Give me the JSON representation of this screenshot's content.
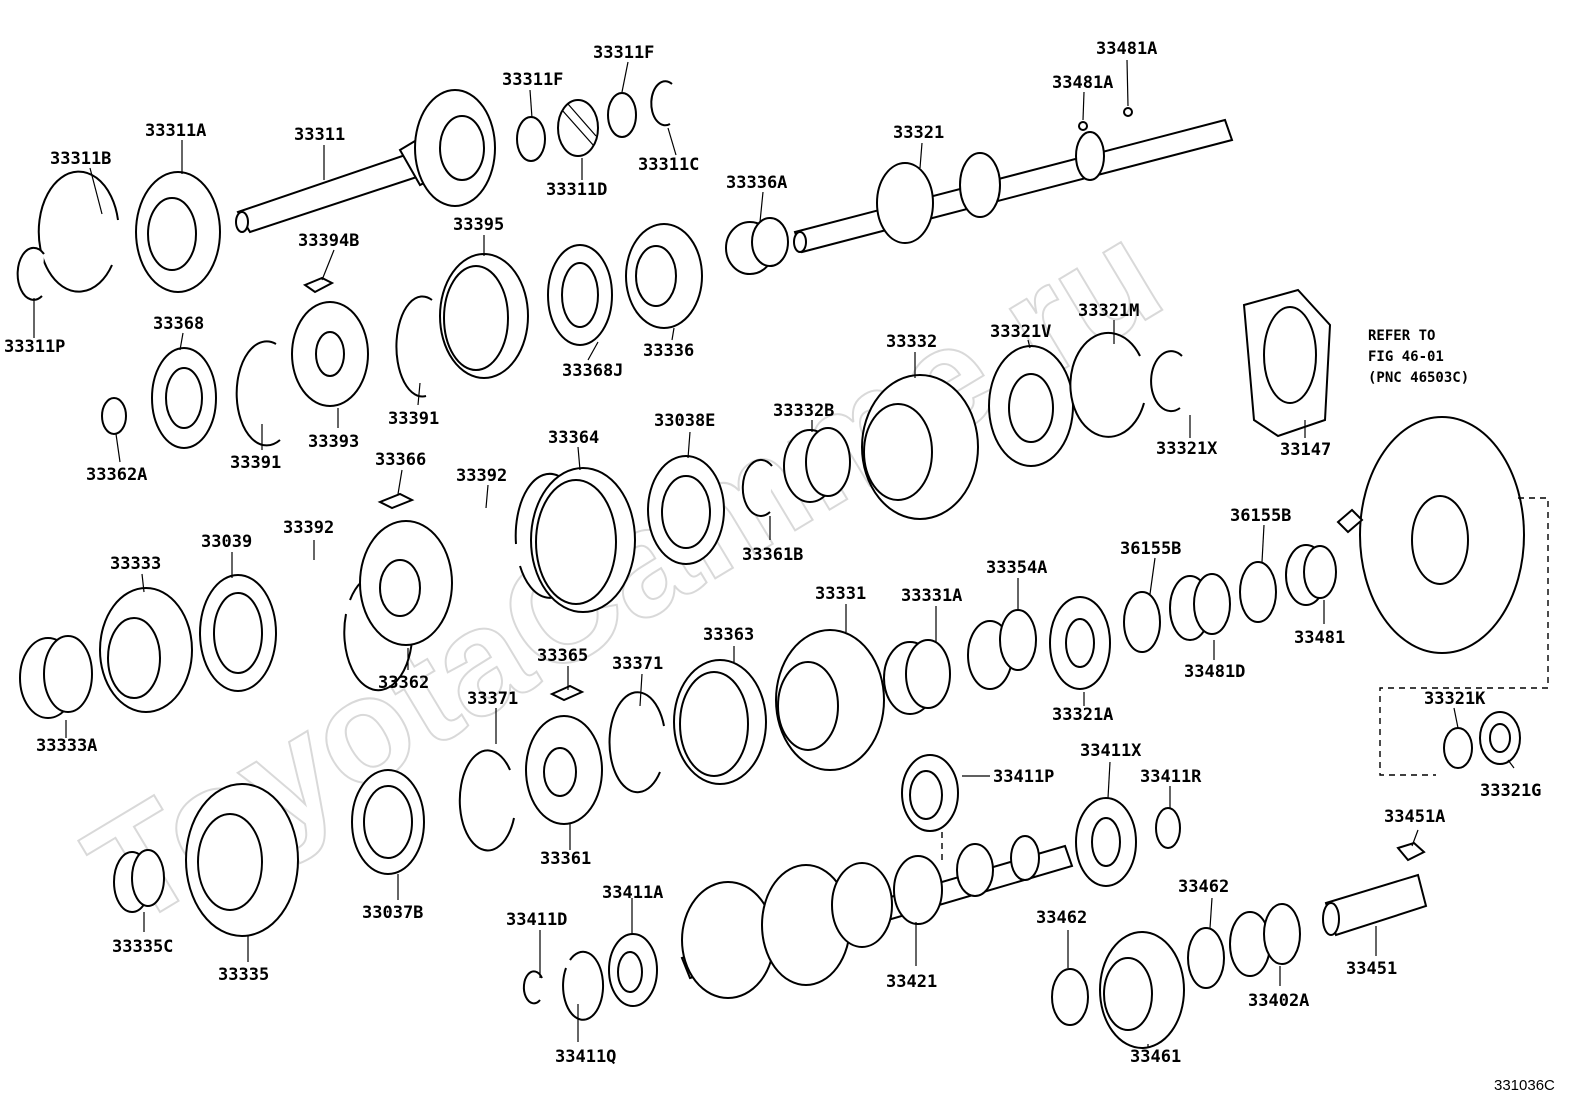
{
  "watermark": "ToyotaCamme.ru",
  "diagram_code": "331036C",
  "reference_note": {
    "line1": "REFER TO",
    "line2": "FIG 46-01",
    "line3": "(PNC 46503C)"
  },
  "parts": [
    "33311B",
    "33311A",
    "33311",
    "33311F",
    "33311F",
    "33311D",
    "33311C",
    "33481A",
    "33481A",
    "33321",
    "33336A",
    "33311P",
    "33394B",
    "33395",
    "33368",
    "33368J",
    "33336",
    "33391",
    "33393",
    "33391",
    "33362A",
    "33332",
    "33321V",
    "33321M",
    "33147",
    "33321X",
    "33332B",
    "33038E",
    "33364",
    "33366",
    "33392",
    "33039",
    "33392",
    "33333",
    "33361B",
    "36155B",
    "36155B",
    "33354A",
    "33331",
    "33331A",
    "33481",
    "33481D",
    "33362",
    "33333A",
    "33365",
    "33371",
    "33363",
    "33371",
    "33321A",
    "33321K",
    "33321G",
    "33411X",
    "33411P",
    "33411R",
    "33361",
    "33335C",
    "33335",
    "33037B",
    "33411A",
    "33411D",
    "33411Q",
    "33421",
    "33451A",
    "33462",
    "33462",
    "33451",
    "33402A",
    "33461"
  ]
}
